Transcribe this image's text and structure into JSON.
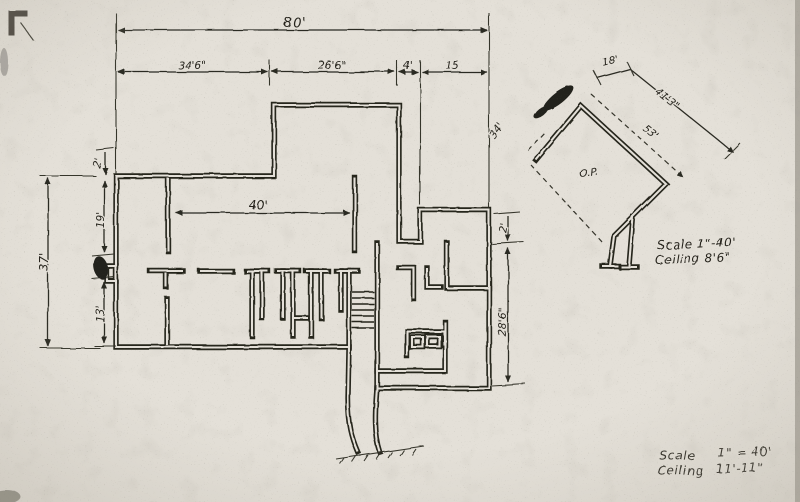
{
  "drawing": {
    "main_plan": {
      "dim_total_width": "80'",
      "dim_segments_top": [
        "34'6\"",
        "26'6\"",
        "4'",
        "15"
      ],
      "dim_total_height": "37'",
      "dim_left_offset_top": "2'",
      "dim_left_upper": "19'",
      "dim_left_lower": "13'",
      "dim_interior_room": "40'",
      "dim_right_offset": "2'",
      "dim_right_wing": "28'6\""
    },
    "op_plan": {
      "room_label": "O.P.",
      "dim_short_edge": "18'",
      "dim_long_edge_outer": "41'3\"",
      "dim_long_edge_inner": "53'",
      "dim_left_edge": "34'"
    },
    "note_op": {
      "scale": "Scale 1\"-40'",
      "ceiling": "Ceiling 8'6\""
    },
    "note_main": {
      "scale_label": "Scale",
      "scale_value": "1\" = 40'",
      "ceiling_label": "Ceiling",
      "ceiling_value": "11'-11\""
    },
    "colors": {
      "paper": "#e4e0d8",
      "ink": "#2b2a22"
    }
  }
}
